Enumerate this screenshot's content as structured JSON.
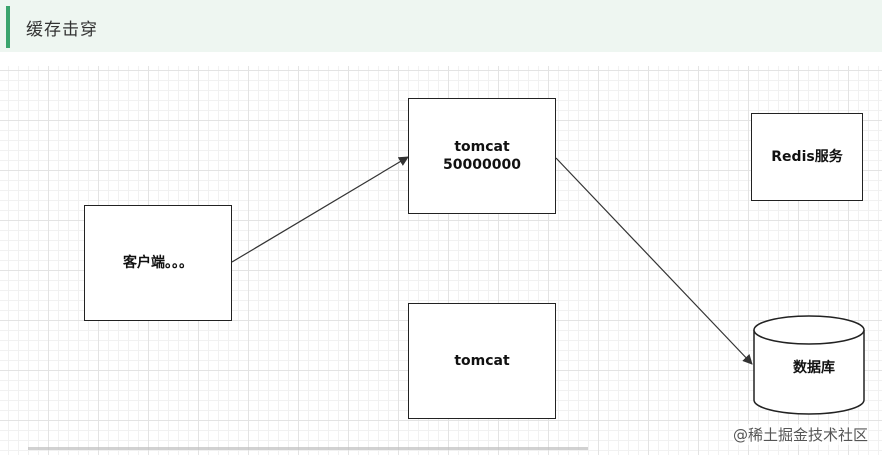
{
  "header": {
    "title": "缓存击穿"
  },
  "diagram": {
    "client_label": "客户端。。。",
    "tomcat1_name": "tomcat",
    "tomcat1_count": "50000000",
    "tomcat2_name": "tomcat",
    "redis_label": "Redis服务",
    "db_label": "数据库"
  },
  "watermark": "@稀土掘金技术社区",
  "colors": {
    "header_bg": "#eef6f1",
    "accent": "#3aa46d"
  }
}
